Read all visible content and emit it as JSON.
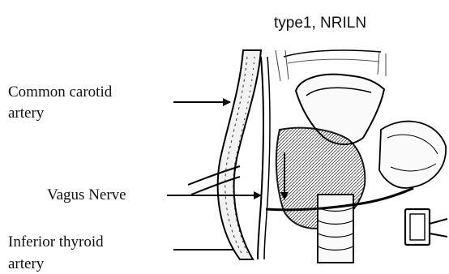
{
  "figure": {
    "title": "type1, NRILN",
    "labels": {
      "common_carotid_line1": "Common carotid",
      "common_carotid_line2": "artery",
      "vagus_nerve": "Vagus Nerve",
      "inferior_thyroid_line1": "Inferior thyroid",
      "inferior_thyroid_line2": "artery"
    }
  }
}
